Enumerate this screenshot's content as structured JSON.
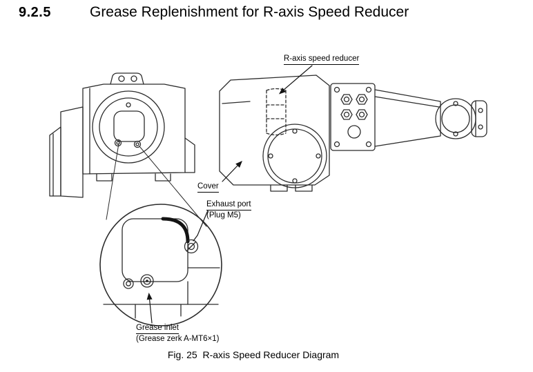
{
  "page": {
    "section_number": "9.2.5",
    "section_title": "Grease Replenishment for R-axis Speed Reducer",
    "figure_caption": "Fig. 25  R-axis Speed Reducer Diagram"
  },
  "diagram": {
    "labels": {
      "speed_reducer": "R-axis speed reducer",
      "cover": "Cover",
      "exhaust_port": "Exhaust port",
      "exhaust_port_detail": "(Plug M5)",
      "grease_inlet": "Grease inlet",
      "grease_inlet_detail": "(Grease zerk A-MT6×1)"
    }
  }
}
